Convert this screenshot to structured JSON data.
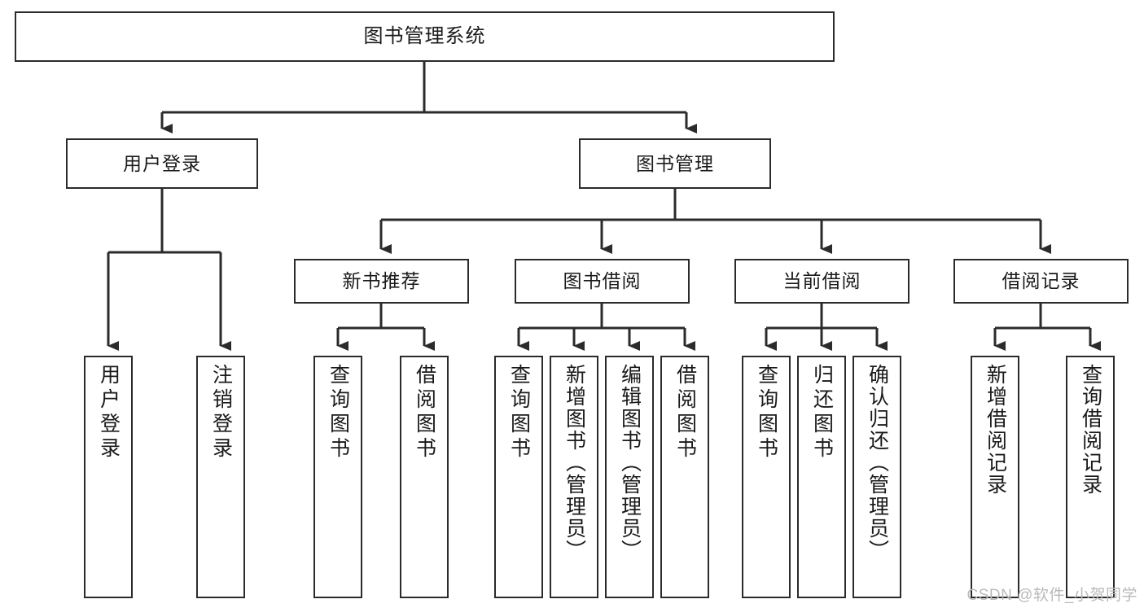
{
  "diagram": {
    "title": "图书管理系统",
    "type": "tree-hierarchy-diagram",
    "colors": {
      "box_border": "#2b2b2b",
      "box_fill": "#ffffff",
      "connector": "#2b2b2b",
      "text": "#1a1a1a",
      "watermark": "#b9b9b9"
    },
    "root": {
      "label": "图书管理系统"
    },
    "level2": [
      {
        "label": "用户登录"
      },
      {
        "label": "图书管理"
      }
    ],
    "level3": [
      {
        "label": "新书推荐"
      },
      {
        "label": "图书借阅"
      },
      {
        "label": "当前借阅"
      },
      {
        "label": "借阅记录"
      }
    ],
    "leaves": {
      "user_login": [
        {
          "label": "用户登录"
        },
        {
          "label": "注销登录"
        }
      ],
      "new_book_recommend": [
        {
          "label": "查询图书"
        },
        {
          "label": "借阅图书"
        }
      ],
      "book_borrow": [
        {
          "label": "查询图书"
        },
        {
          "label": "新增图书（管理员）"
        },
        {
          "label": "编辑图书（管理员）"
        },
        {
          "label": "借阅图书"
        }
      ],
      "current_borrow": [
        {
          "label": "查询图书"
        },
        {
          "label": "归还图书"
        },
        {
          "label": "确认归还（管理员）"
        }
      ],
      "borrow_record": [
        {
          "label": "新增借阅记录"
        },
        {
          "label": "查询借阅记录"
        }
      ]
    },
    "watermark": "CSDN @软件_小贺同学"
  }
}
